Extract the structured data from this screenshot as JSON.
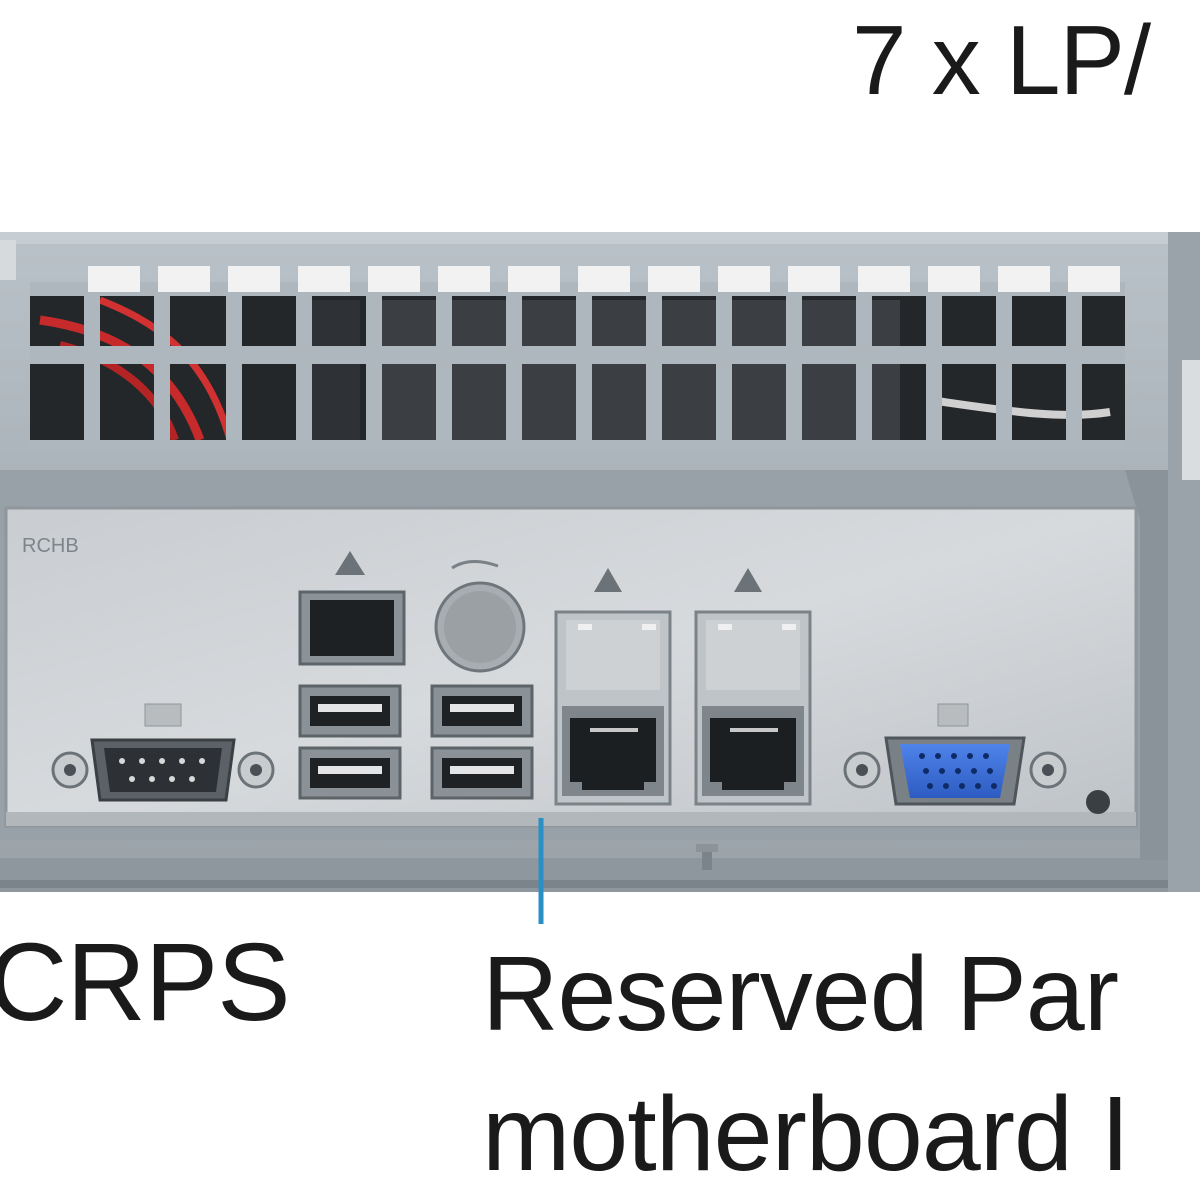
{
  "labels": {
    "top": "7 x LP/",
    "crps": "CRPS",
    "reserved": "Reserved Par",
    "motherboard": "motherboard I"
  },
  "panel_texts": {
    "panel_marking": "RCHB"
  },
  "icons": [
    "serial-port-icon",
    "vga-icon",
    "lan-warning-icon",
    "usb-icon",
    "keyboard-mouse-icon"
  ],
  "colors": {
    "chassis": "#aab4bb",
    "io_shield": "#c8ccd0",
    "callout_line": "#2a8fc4",
    "vga_port": "#3d6fd6",
    "cable_red": "#c62a2a",
    "text": "#1a1a1a"
  }
}
